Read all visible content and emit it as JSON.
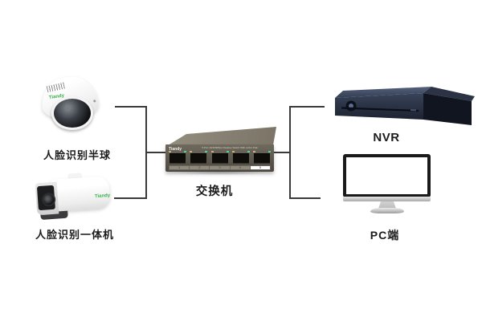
{
  "diagram": {
    "background": "#ffffff",
    "line_color": "#3a3a3a",
    "brand": "Tiandy",
    "brand_green": "#3db14b",
    "nodes": {
      "dome_camera": {
        "label": "人脸识别半球"
      },
      "bullet_camera": {
        "label": "人脸识别一体机"
      },
      "switch": {
        "label": "交换机",
        "panel_text": "5-Port 10/100Mbps Desktop Switch With 4-Port PoE",
        "port_numbers": [
          "1",
          "2",
          "3",
          "4",
          "5"
        ],
        "led_green": "#4ed492",
        "led_amber": "#c9b26a"
      },
      "nvr": {
        "label": "NVR"
      },
      "pc": {
        "label": "PC端"
      }
    }
  }
}
